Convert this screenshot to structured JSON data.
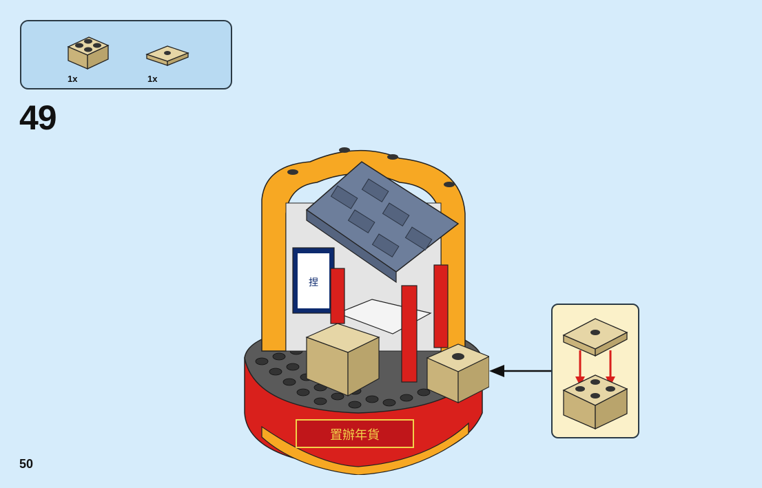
{
  "parts": [
    {
      "name": "tan 2x2 brick",
      "qty": "1x",
      "icon": "brick-2x2-icon"
    },
    {
      "name": "tan 2x2 tile with center stud",
      "qty": "1x",
      "icon": "tile-jumper-icon"
    }
  ],
  "step_number": "49",
  "page_number": "50",
  "banner_text": "置辦年貨",
  "colors": {
    "background": "#d6ecfb",
    "parts_box": "#b8daf2",
    "callout": "#fbf1c9",
    "tan": "#d8c48e",
    "red": "#d9201c",
    "orange": "#f7a823",
    "roof": "#6d7e9b"
  }
}
